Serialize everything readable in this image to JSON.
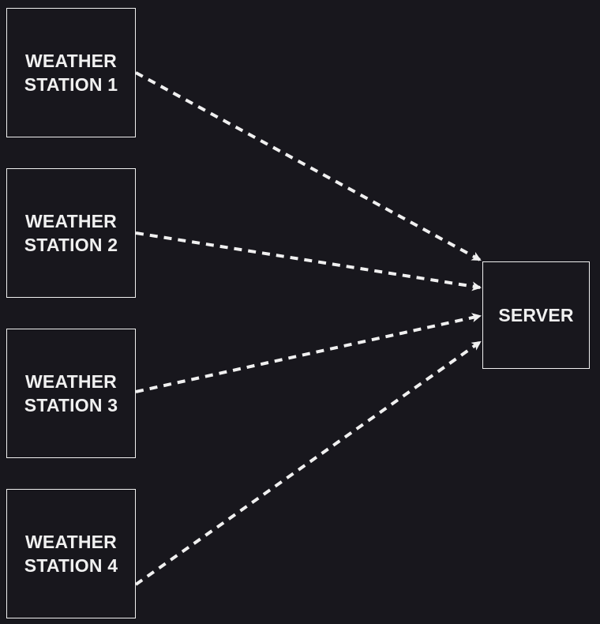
{
  "diagram": {
    "stations": [
      {
        "line1": "WEATHER",
        "line2": "STATION 1"
      },
      {
        "line1": "WEATHER",
        "line2": "STATION 2"
      },
      {
        "line1": "WEATHER",
        "line2": "STATION 3"
      },
      {
        "line1": "WEATHER",
        "line2": "STATION 4"
      }
    ],
    "server": {
      "label": "SERVER"
    },
    "edges": [
      {
        "from": "WEATHER STATION 1",
        "to": "SERVER",
        "style": "dashed"
      },
      {
        "from": "WEATHER STATION 2",
        "to": "SERVER",
        "style": "dashed"
      },
      {
        "from": "WEATHER STATION 3",
        "to": "SERVER",
        "style": "dashed"
      },
      {
        "from": "WEATHER STATION 4",
        "to": "SERVER",
        "style": "dashed"
      }
    ],
    "colors": {
      "background": "#18171d",
      "foreground": "#f0f0f0"
    }
  }
}
